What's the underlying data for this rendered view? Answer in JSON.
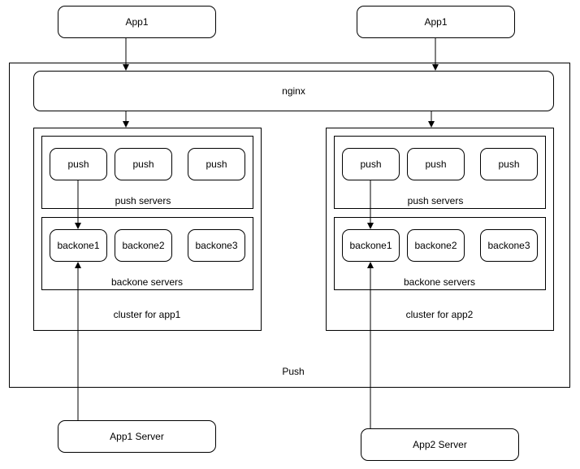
{
  "clients": {
    "left": "App1",
    "right": "App1"
  },
  "push_system": {
    "label": "Push"
  },
  "gateway": {
    "label": "nginx"
  },
  "clusters": [
    {
      "label": "cluster for app1",
      "push_servers": {
        "label": "push servers",
        "nodes": [
          "push",
          "push",
          "push"
        ]
      },
      "backone_servers": {
        "label": "backone servers",
        "nodes": [
          "backone1",
          "backone2",
          "backone3"
        ]
      }
    },
    {
      "label": "cluster for app2",
      "push_servers": {
        "label": "push servers",
        "nodes": [
          "push",
          "push",
          "push"
        ]
      },
      "backone_servers": {
        "label": "backone servers",
        "nodes": [
          "backone1",
          "backone2",
          "backone3"
        ]
      }
    }
  ],
  "app_servers": {
    "left": "App1 Server",
    "right": "App2 Server"
  }
}
